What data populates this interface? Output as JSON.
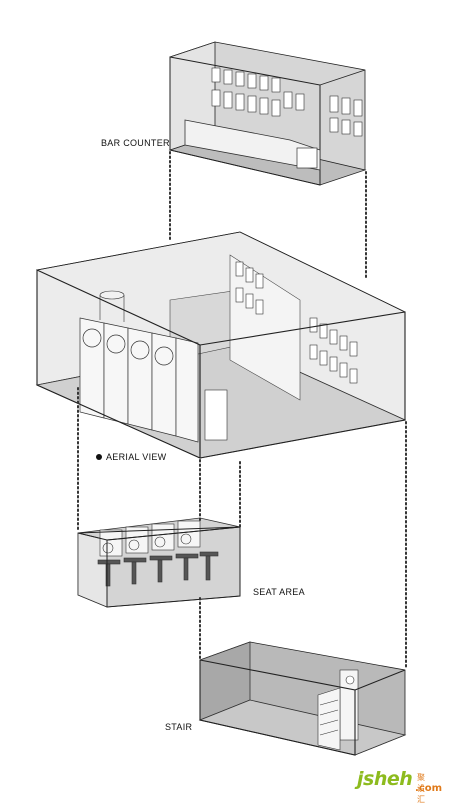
{
  "labels": {
    "bar_counter": "BAR COUNTER",
    "aerial_view": "AERIAL VIEW",
    "seat_area": "SEAT AREA",
    "stair": "STAIR"
  },
  "watermark": {
    "text": "jsheh",
    "cn": "聚设汇",
    "domain": ".com"
  },
  "colors": {
    "line": "#222222",
    "fill_grey": "#c9c9c9",
    "fill_dark": "#9a9a9a",
    "logo_green": "#8dbb1e",
    "logo_orange": "#e07a1a"
  }
}
